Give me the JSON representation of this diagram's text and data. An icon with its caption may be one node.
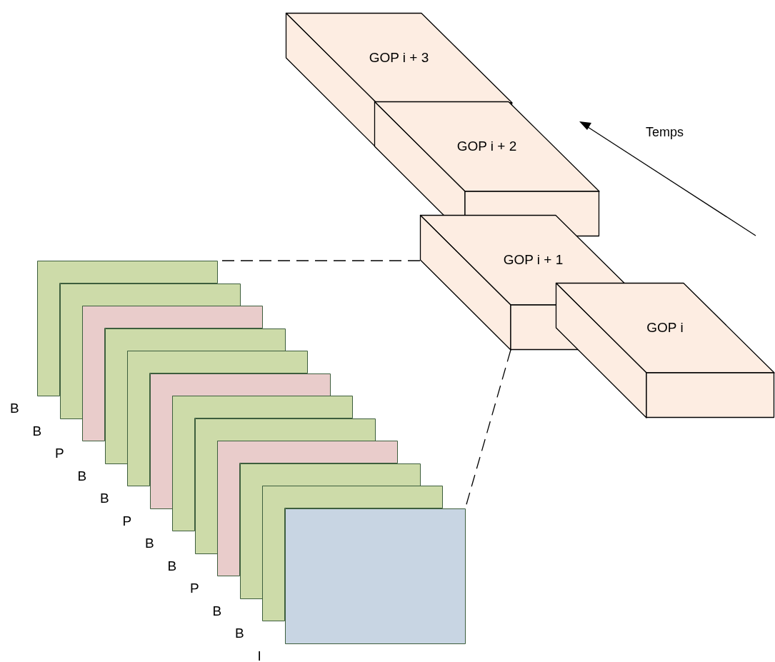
{
  "diagram": {
    "nodes": [
      {
        "text": [
          "GOP i + 3"
        ]
      },
      {
        "text": [
          "GOP i + 2"
        ]
      },
      {
        "text": [
          "GOP i + 1"
        ]
      },
      {
        "text": [
          "GOP i"
        ]
      },
      {
        "text": [],
        "shape": "box",
        "beside": [
          "B"
        ]
      },
      {
        "text": [],
        "shape": "box",
        "beside": [
          "B"
        ]
      },
      {
        "text": [],
        "shape": "box",
        "beside": [
          "P"
        ]
      },
      {
        "text": [],
        "shape": "box",
        "beside": [
          "B"
        ]
      },
      {
        "text": [],
        "shape": "box",
        "beside": [
          "B"
        ]
      },
      {
        "text": [],
        "shape": "box",
        "beside": [
          "P"
        ]
      },
      {
        "text": [],
        "shape": "box",
        "beside": [
          "B"
        ]
      },
      {
        "text": [],
        "shape": "box",
        "beside": [
          "B"
        ]
      },
      {
        "text": [],
        "shape": "box",
        "beside": [
          "P"
        ]
      },
      {
        "text": [],
        "shape": "box",
        "beside": [
          "B"
        ]
      },
      {
        "text": [],
        "shape": "box",
        "beside": [
          "B"
        ]
      },
      {
        "text": [],
        "shape": "box",
        "beside": [
          "I"
        ]
      }
    ],
    "edges": [
      {
        "from": 2,
        "to": 4,
        "arrow": "none",
        "style": "dashed"
      },
      {
        "from": 2,
        "to": 15,
        "arrow": "none",
        "style": "dashed"
      }
    ],
    "labels": [
      "Temps"
    ]
  }
}
